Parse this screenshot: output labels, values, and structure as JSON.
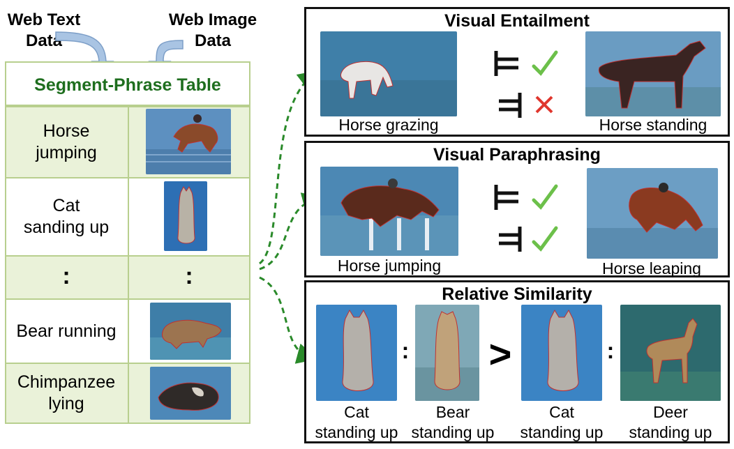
{
  "sources": {
    "text_label": "Web Text\nData",
    "image_label": "Web Image\nData"
  },
  "table": {
    "title": "Segment-Phrase Table",
    "rows": [
      {
        "phrase": "Horse\njumping",
        "image": "horse-jumping-image"
      },
      {
        "phrase": "Cat\nsanding up",
        "image": "cat-standing-image"
      },
      {
        "phrase": ":",
        "image": ":"
      },
      {
        "phrase": "Bear running",
        "image": "bear-running-image"
      },
      {
        "phrase": "Chimpanzee\nlying",
        "image": "chimpanzee-lying-image"
      }
    ]
  },
  "panels": {
    "entailment": {
      "title": "Visual Entailment",
      "left_caption": "Horse grazing",
      "right_caption": "Horse standing",
      "checks": [
        "check",
        "cross"
      ]
    },
    "paraphrasing": {
      "title": "Visual Paraphrasing",
      "left_caption": "Horse jumping",
      "right_caption": "Horse leaping",
      "checks": [
        "check",
        "check"
      ]
    },
    "similarity": {
      "title": "Relative Similarity",
      "captions": [
        "Cat\nstanding up",
        "Bear\nstanding up",
        "Cat\nstanding up",
        "Deer\nstanding up"
      ],
      "separator": ":",
      "comparator": ">"
    }
  },
  "colors": {
    "table_green": "#1e6e1e",
    "cell_fill": "#eaf2d9",
    "cell_border": "#b8cf8e",
    "arrow_green": "#2a8a2a",
    "check": "#6cc04a",
    "cross": "#e0362d"
  }
}
